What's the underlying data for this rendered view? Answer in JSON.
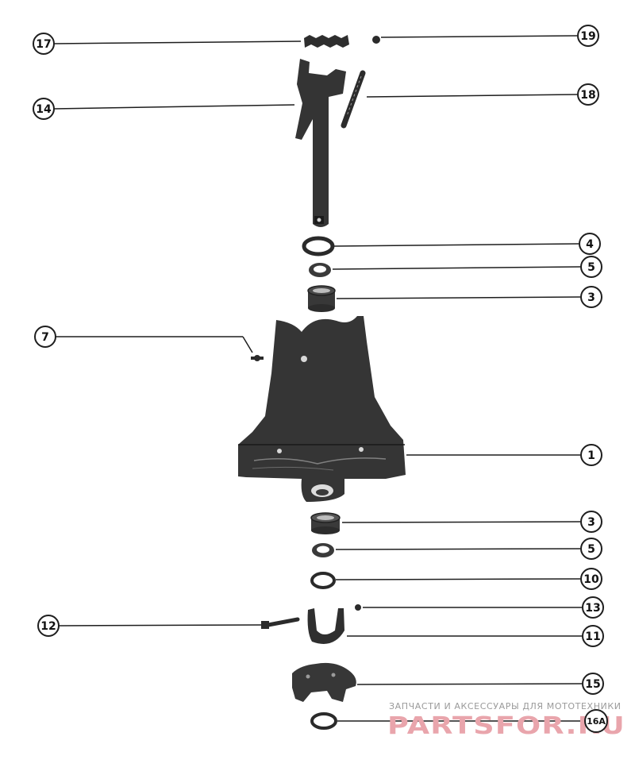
{
  "callouts": {
    "c17": "17",
    "c19": "19",
    "c14": "14",
    "c18": "18",
    "c4": "4",
    "c5a": "5",
    "c3a": "3",
    "c7": "7",
    "c1": "1",
    "c3b": "3",
    "c5b": "5",
    "c10": "10",
    "c13": "13",
    "c12": "12",
    "c11": "11",
    "c15": "15",
    "c16a": "16A"
  },
  "watermark": {
    "line": "ЗАПЧАСТИ И АКСЕССУАРЫ ДЛЯ МОТОТЕХНИКИ",
    "brand": "PARTSFOR.RU"
  },
  "colors": {
    "ink": "#1e1e1e",
    "part_fill": "#3a3a3a",
    "watermark_brand": "#e9a5ac",
    "watermark_text": "#9a9a9a"
  }
}
